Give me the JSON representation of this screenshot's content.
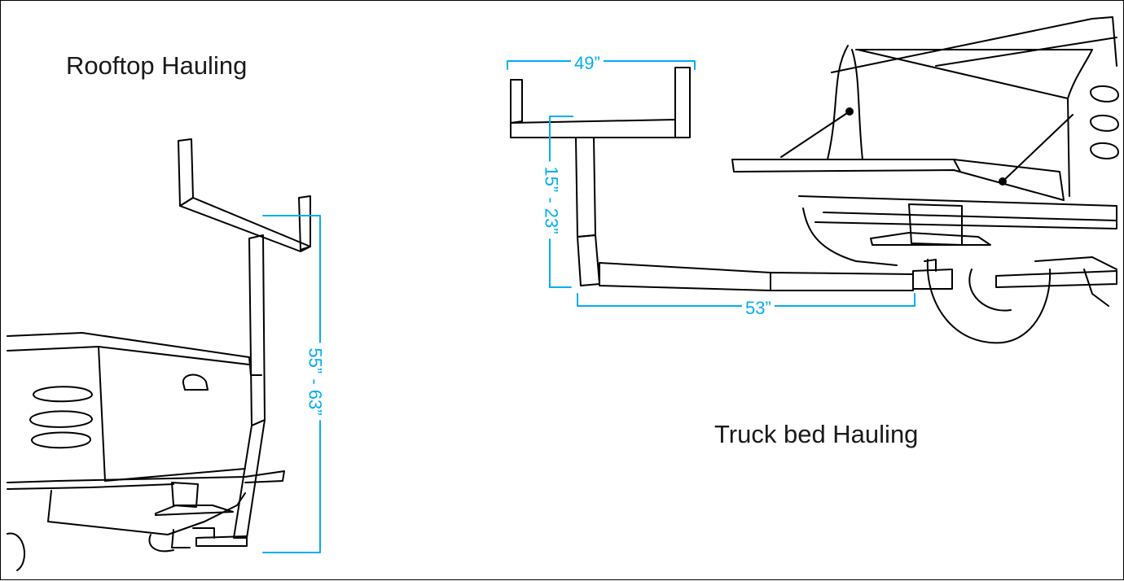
{
  "captions": {
    "rooftop": "Rooftop Hauling",
    "truck_bed": "Truck bed Hauling"
  },
  "dimensions": {
    "top_width": "49”",
    "truck_bed_height": "15” - 23”",
    "truck_bed_length": "53”",
    "rooftop_height": "55” - 63”"
  },
  "colors": {
    "dimension": "#00aeef",
    "outline": "#000000"
  }
}
